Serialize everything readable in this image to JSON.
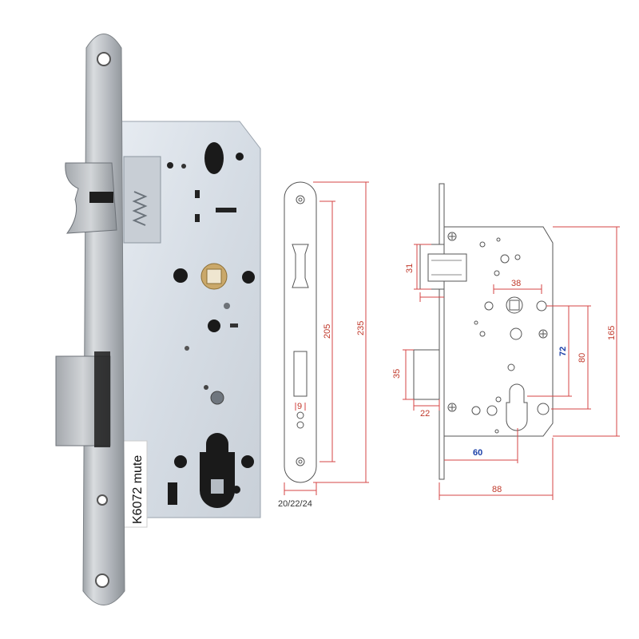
{
  "product": {
    "label": "K6072 mute"
  },
  "faceplate_drawing": {
    "dims": {
      "length_total": "235",
      "length_inner": "205",
      "thickness_marker": "9",
      "widths": "20/22/24"
    }
  },
  "lock_body_drawing": {
    "dims": {
      "latch_height": "31",
      "spindle_spacing": "38",
      "center_distance": "72",
      "to_screw_hole": "80",
      "body_height": "165",
      "deadbolt_height": "35",
      "deadbolt_throw": "22",
      "backset": "60",
      "body_depth": "88"
    }
  },
  "colors": {
    "dimension_lines": "#d64545",
    "highlight_dims": "#1a3fa8",
    "outline": "#555555",
    "steel_face": "#c7c9cc",
    "zinc_body": "#dde3ea"
  }
}
